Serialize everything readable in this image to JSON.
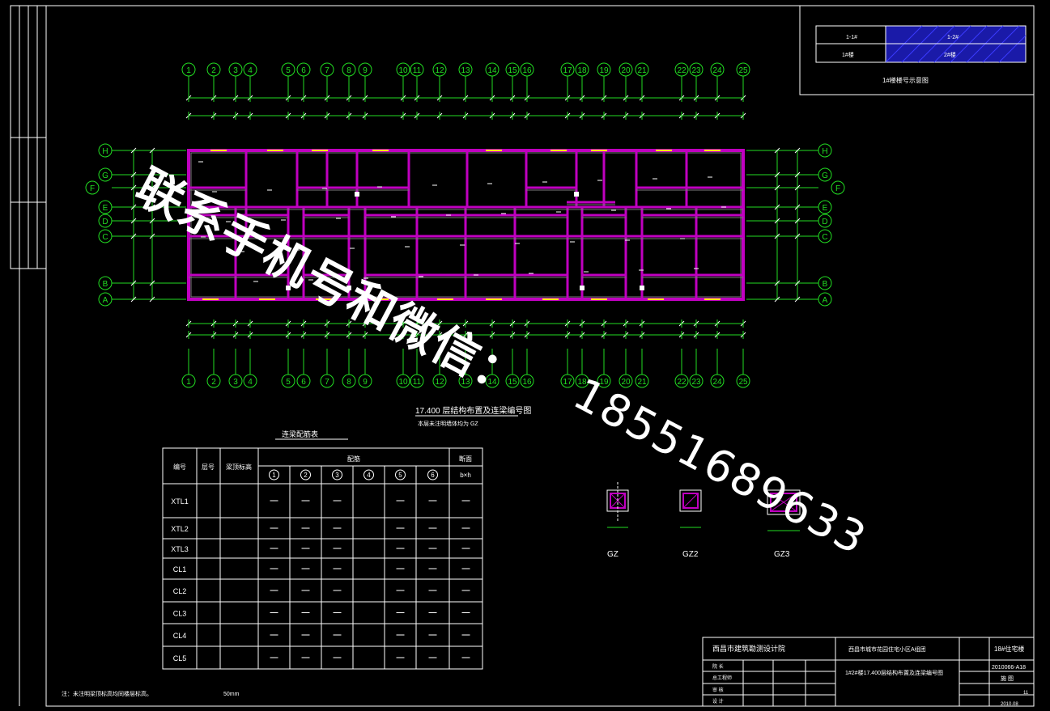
{
  "drawing": {
    "col_axes_top": [
      "1",
      "2",
      "3",
      "4",
      "5",
      "6",
      "7",
      "8",
      "9",
      "10",
      "11",
      "12",
      "13",
      "14",
      "15",
      "16",
      "17",
      "18",
      "19",
      "20",
      "21",
      "22",
      "23",
      "24",
      "25"
    ],
    "col_axes_bottom": [
      "1",
      "2",
      "3",
      "4",
      "5",
      "6",
      "7",
      "8",
      "9",
      "10",
      "11",
      "12",
      "13",
      "14",
      "15",
      "16",
      "17",
      "18",
      "19",
      "20",
      "21",
      "22",
      "23",
      "24",
      "25"
    ],
    "row_axes": [
      "H",
      "G",
      "F",
      "E",
      "D",
      "C",
      "B",
      "A"
    ],
    "plan_title": "17.400 层结构布置及连梁编号图",
    "plan_subtitle": "本层未注明墙体均为 GZ",
    "key_plan": {
      "left_top": "1-1#",
      "left_bottom": "1#楼",
      "right_top": "1-2#",
      "right_bottom": "2#楼",
      "caption": "1#楼楼号示意图"
    },
    "table": {
      "title": "连梁配筋表",
      "headers": {
        "id": "编号",
        "floor": "层号",
        "elev": "梁顶标高",
        "rebar": "配筋",
        "section": "断面",
        "section_unit": "b×h"
      },
      "rebar_cols": [
        "1",
        "2",
        "3",
        "4",
        "5",
        "6"
      ],
      "rows": [
        {
          "id": "XTL1",
          "floor": "",
          "elev": "",
          "c": [
            "",
            "",
            "",
            "",
            "",
            ""
          ],
          "s": ""
        },
        {
          "id": "XTL2",
          "floor": "",
          "elev": "",
          "c": [
            "",
            "",
            "",
            "",
            "",
            ""
          ],
          "s": ""
        },
        {
          "id": "XTL3",
          "floor": "",
          "elev": "",
          "c": [
            "",
            "",
            "",
            "",
            "",
            ""
          ],
          "s": ""
        },
        {
          "id": "CL1",
          "floor": "",
          "elev": "",
          "c": [
            "",
            "",
            "",
            "",
            "",
            ""
          ],
          "s": ""
        },
        {
          "id": "CL2",
          "floor": "",
          "elev": "",
          "c": [
            "",
            "",
            "",
            "",
            "",
            ""
          ],
          "s": ""
        },
        {
          "id": "CL3",
          "floor": "",
          "elev": "",
          "c": [
            "",
            "",
            "",
            "",
            "",
            ""
          ],
          "s": ""
        },
        {
          "id": "CL4",
          "floor": "",
          "elev": "",
          "c": [
            "",
            "",
            "",
            "",
            "",
            ""
          ],
          "s": ""
        },
        {
          "id": "CL5",
          "floor": "",
          "elev": "",
          "c": [
            "",
            "",
            "",
            "",
            "",
            ""
          ],
          "s": ""
        }
      ]
    },
    "columns": [
      "GZ",
      "GZ2",
      "GZ3"
    ],
    "note": "注：未注明梁顶标高均同楼层标高。",
    "note_unit": "50mm",
    "title_block": {
      "institute": "西昌市建筑勘测设计院",
      "project": "西昌市城市花园住宅小区A组团",
      "drawing_name": "1#2#楼17.400层结构布置及连梁编号图",
      "project_no": "18#住宅楼",
      "drawing_no": "2010066-A18",
      "stage": "施 图",
      "sheet": "11",
      "date": "2010.08",
      "roles": [
        "院 长",
        "总工程师",
        "审 核",
        "设 计"
      ]
    }
  },
  "watermark": {
    "text": "联系手机号和微信：",
    "phone": "18551689633"
  },
  "colors": {
    "background": "#000000",
    "axis": "#22dd22",
    "wall": "#c000c0",
    "wall_inner": "#7a7a7a",
    "lines": "#ffffff",
    "yellow": "#ffff00",
    "key_fill": "#1a1aa8"
  }
}
